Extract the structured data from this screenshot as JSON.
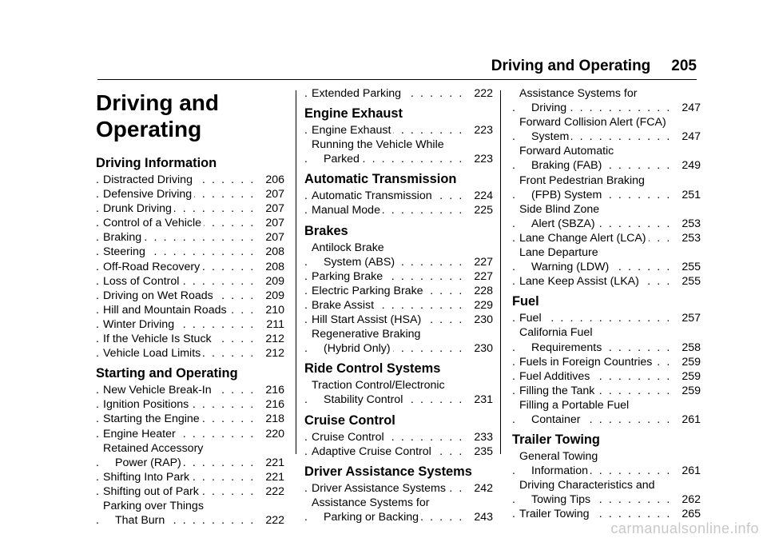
{
  "header": {
    "title": "Driving and Operating",
    "page": "205"
  },
  "chapter": {
    "title_line1": "Driving and",
    "title_line2": "Operating"
  },
  "dots": ". . . . . . . . . . . . . . . . . . . . . . . . . . . . . . . . . . . . . . . . . . . . . . . . . . . . . .",
  "col1": {
    "driving_information": {
      "heading": "Driving Information",
      "entries": [
        {
          "text": "Distracted Driving",
          "page": "206"
        },
        {
          "text": "Defensive Driving",
          "page": "207"
        },
        {
          "text": "Drunk Driving",
          "page": "207"
        },
        {
          "text": "Control of a Vehicle",
          "page": "207"
        },
        {
          "text": "Braking",
          "page": "207"
        },
        {
          "text": "Steering",
          "page": "208"
        },
        {
          "text": "Off-Road Recovery",
          "page": "208"
        },
        {
          "text": "Loss of Control",
          "page": "209"
        },
        {
          "text": "Driving on Wet Roads",
          "page": "209"
        },
        {
          "text": "Hill and Mountain Roads",
          "page": "210"
        },
        {
          "text": "Winter Driving",
          "page": "211"
        },
        {
          "text": "If the Vehicle Is Stuck",
          "page": "212"
        },
        {
          "text": "Vehicle Load Limits",
          "page": "212"
        }
      ]
    },
    "starting_operating": {
      "heading": "Starting and Operating",
      "entries": [
        {
          "text": "New Vehicle Break-In",
          "page": "216"
        },
        {
          "text": "Ignition Positions",
          "page": "216"
        },
        {
          "text": "Starting the Engine",
          "page": "218"
        },
        {
          "text": "Engine Heater",
          "page": "220"
        }
      ],
      "retained_line1": "Retained Accessory",
      "retained_line2": "Power (RAP)",
      "retained_page": "221",
      "shift_into": {
        "text": "Shifting Into Park",
        "page": "221"
      },
      "shift_out": {
        "text": "Shifting out of Park",
        "page": "222"
      },
      "parking_line1": "Parking over Things",
      "parking_line2": "That Burn",
      "parking_page": "222"
    }
  },
  "col2": {
    "extended_parking": {
      "text": "Extended Parking",
      "page": "222"
    },
    "engine_exhaust": {
      "heading": "Engine Exhaust",
      "e1": {
        "text": "Engine Exhaust",
        "page": "223"
      },
      "running_line1": "Running the Vehicle While",
      "running_line2": "Parked",
      "running_page": "223"
    },
    "automatic_transmission": {
      "heading": "Automatic Transmission",
      "e1": {
        "text": "Automatic Transmission",
        "page": "224"
      },
      "e2": {
        "text": "Manual Mode",
        "page": "225"
      }
    },
    "brakes": {
      "heading": "Brakes",
      "abs_line1": "Antilock Brake",
      "abs_line2": "System (ABS)",
      "abs_page": "227",
      "e1": {
        "text": "Parking Brake",
        "page": "227"
      },
      "e2": {
        "text": "Electric Parking Brake",
        "page": "228"
      },
      "e3": {
        "text": "Brake Assist",
        "page": "229"
      },
      "e4": {
        "text": "Hill Start Assist (HSA)",
        "page": "230"
      },
      "regen_line1": "Regenerative Braking",
      "regen_line2": "(Hybrid Only)",
      "regen_page": "230"
    },
    "ride_control": {
      "heading": "Ride Control Systems",
      "tc_line1": "Traction Control/Electronic",
      "tc_line2": "Stability Control",
      "tc_page": "231"
    },
    "cruise_control": {
      "heading": "Cruise Control",
      "e1": {
        "text": "Cruise Control",
        "page": "233"
      },
      "e2": {
        "text": "Adaptive Cruise Control",
        "page": "235"
      }
    },
    "driver_assistance": {
      "heading": "Driver Assistance Systems",
      "e1": {
        "text": "Driver Assistance Systems",
        "page": "242"
      },
      "pb_line1": "Assistance Systems for",
      "pb_line2": "Parking or Backing",
      "pb_page": "243"
    }
  },
  "col3": {
    "asd_line1": "Assistance Systems for",
    "asd_line2": "Driving",
    "asd_page": "247",
    "fca_line1": "Forward Collision Alert (FCA)",
    "fca_line2": "System",
    "fca_page": "247",
    "fab_line1": "Forward Automatic",
    "fab_line2": "Braking (FAB)",
    "fab_page": "249",
    "fpb_line1": "Front Pedestrian Braking",
    "fpb_line2": "(FPB) System",
    "fpb_page": "251",
    "sbz_line1": "Side Blind Zone",
    "sbz_line2": "Alert (SBZA)",
    "sbz_page": "253",
    "lca": {
      "text": "Lane Change Alert (LCA)",
      "page": "253"
    },
    "ldw_line1": "Lane Departure",
    "ldw_line2": "Warning (LDW)",
    "ldw_page": "255",
    "lka": {
      "text": "Lane Keep Assist (LKA)",
      "page": "255"
    },
    "fuel": {
      "heading": "Fuel",
      "e1": {
        "text": "Fuel",
        "page": "257"
      },
      "cal_line1": "California Fuel",
      "cal_line2": "Requirements",
      "cal_page": "258",
      "e2": {
        "text": "Fuels in Foreign Countries",
        "page": "259"
      },
      "e3": {
        "text": "Fuel Additives",
        "page": "259"
      },
      "e4": {
        "text": "Filling the Tank",
        "page": "259"
      },
      "port_line1": "Filling a Portable Fuel",
      "port_line2": "Container",
      "port_page": "261"
    },
    "trailer": {
      "heading": "Trailer Towing",
      "gen_line1": "General Towing",
      "gen_line2": "Information",
      "gen_page": "261",
      "dc_line1": "Driving Characteristics and",
      "dc_line2": "Towing Tips",
      "dc_page": "262",
      "e1": {
        "text": "Trailer Towing",
        "page": "265"
      }
    }
  },
  "watermark": "carmanualsonline.info"
}
